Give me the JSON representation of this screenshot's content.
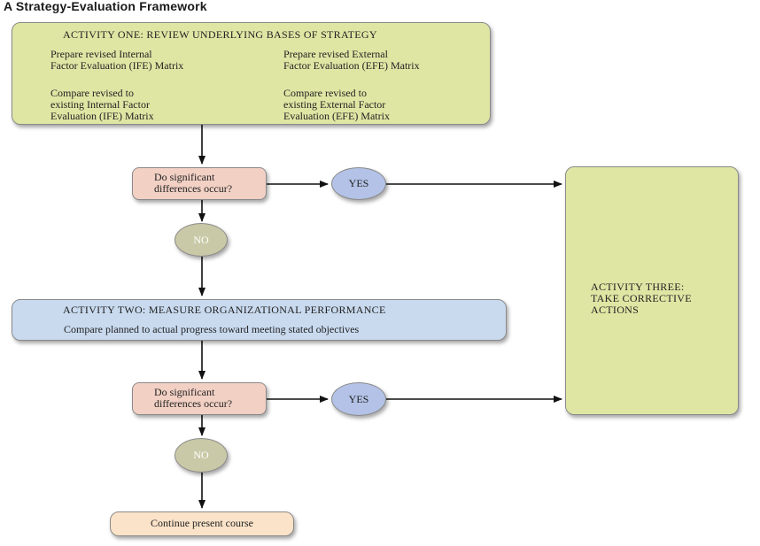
{
  "title": "A Strategy-Evaluation Framework",
  "activity_one": {
    "heading": "ACTIVITY ONE: REVIEW UNDERLYING BASES OF STRATEGY",
    "items": [
      [
        "Prepare revised Internal",
        "Factor Evaluation (IFE) Matrix"
      ],
      [
        "Prepare revised External",
        "Factor Evaluation (EFE) Matrix"
      ],
      [
        "Compare revised to",
        "existing Internal Factor",
        "Evaluation (IFE) Matrix"
      ],
      [
        "Compare revised to",
        "existing External Factor",
        "Evaluation (EFE) Matrix"
      ]
    ]
  },
  "decision_1": [
    "Do significant",
    "differences occur?"
  ],
  "decision_2": [
    "Do significant",
    "differences occur?"
  ],
  "yes_label": "YES",
  "no_label": "NO",
  "activity_two": {
    "heading": "ACTIVITY TWO: MEASURE ORGANIZATIONAL PERFORMANCE",
    "text": "Compare planned to actual progress toward meeting stated objectives"
  },
  "activity_three": [
    "ACTIVITY THREE:",
    "TAKE CORRECTIVE",
    "ACTIONS"
  ],
  "continue": "Continue present course",
  "colors": {
    "activity_one": "#dfe6a4",
    "activity_two": "#c9daef",
    "activity_three": "#dfe6a4",
    "decision": "#f2d0c4",
    "yes": "#b3c2e6",
    "no": "#c9c9a8",
    "continue": "#fbe3c9"
  }
}
